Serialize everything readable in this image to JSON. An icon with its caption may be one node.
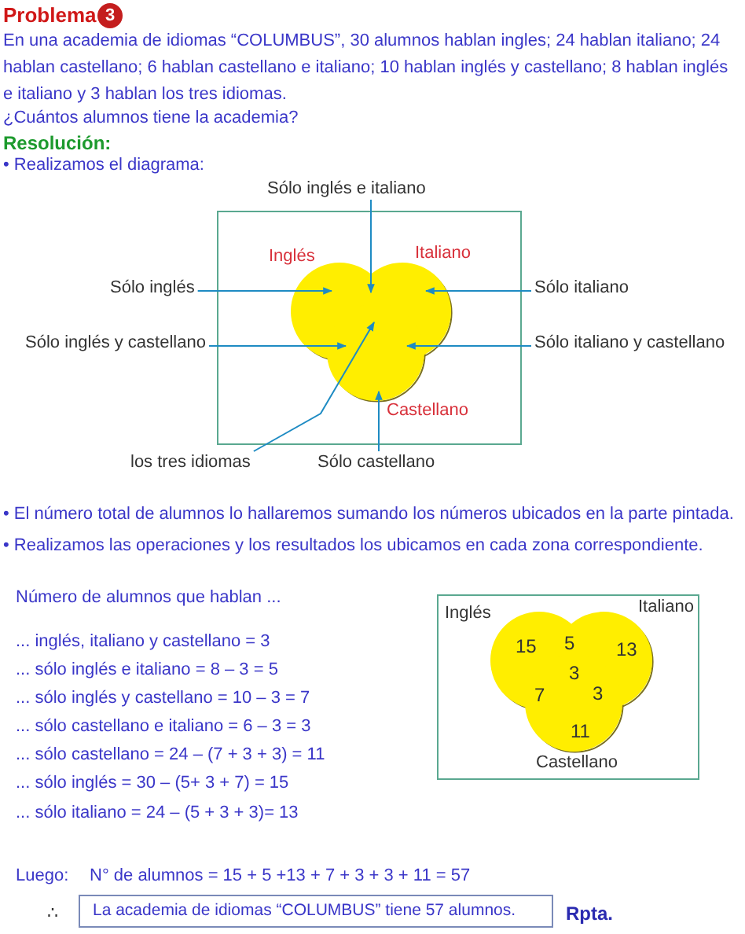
{
  "diagram": {
    "nodes": [
      {
        "text": [],
        "shape": "box"
      },
      {
        "text": [
          "Inglés"
        ],
        "in": 0
      },
      {
        "text": [
          "Italiano"
        ],
        "in": 0
      },
      {
        "text": [
          "Castellano"
        ],
        "in": 0
      },
      {
        "text": [
          "Sólo inglés e italiano"
        ]
      },
      {
        "text": [
          "Sólo inglés"
        ]
      },
      {
        "text": [
          "Sólo italiano"
        ]
      },
      {
        "text": [
          "Sólo inglés y castellano"
        ]
      },
      {
        "text": [
          "Sólo italiano y castellano"
        ]
      },
      {
        "text": [
          "los tres idiomas"
        ]
      },
      {
        "text": [
          "Sólo castellano"
        ]
      },
      {
        "text": [],
        "shape": "box"
      },
      {
        "text": [
          "Inglés"
        ],
        "in": 11
      },
      {
        "text": [
          "Italiano"
        ],
        "in": 11
      },
      {
        "text": [
          "Castellano"
        ],
        "in": 11
      },
      {
        "text": [
          "La academia de idiomas “COLUMBUS” tiene 57 alumnos."
        ]
      }
    ],
    "edges": [
      {
        "from": 4,
        "to": 1,
        "arrow": "to"
      },
      {
        "from": 5,
        "to": 1,
        "arrow": "to"
      },
      {
        "from": 6,
        "to": 2,
        "arrow": "to"
      },
      {
        "from": 7,
        "to": 1,
        "arrow": "to"
      },
      {
        "from": 8,
        "to": 2,
        "arrow": "to"
      },
      {
        "from": 9,
        "to": 1,
        "arrow": "to"
      },
      {
        "from": 10,
        "to": 3,
        "arrow": "to"
      }
    ],
    "labels": [
      "Problema",
      "3",
      "En una academia de idiomas “COLUMBUS”, 30 alumnos hablan ingles; 24 hablan italiano; 24 hablan castellano; 6 hablan castellano e italiano; 10 hablan inglés y castellano; 8 hablan inglés e italiano y 3 hablan los tres idiomas.",
      "¿Cuántos alumnos tiene la academia?",
      "Resolución:",
      "• Realizamos el diagrama:",
      "• El número total de alumnos lo hallaremos sumando los números ubicados en la parte pintada.",
      "• Realizamos las operaciones y los resultados los ubicamos en cada zona correspondiente.",
      "Número de alumnos que hablan ...",
      "... inglés, italiano y castellano = 3",
      "... sólo inglés e italiano = 8 – 3 = 5",
      "... sólo inglés y castellano = 10 – 3 = 7",
      "... sólo castellano e italiano = 6 – 3 = 3",
      "... sólo castellano = 24 – (7 + 3 + 3) = 11",
      "... sólo inglés = 30 – (5+ 3 + 7) = 15",
      "... sólo italiano = 24 – (5 + 3 + 3)= 13",
      "15",
      "5",
      "13",
      "3",
      "7",
      "3",
      "11",
      "Luego:",
      "N° de alumnos = 15 + 5 +13 + 7 + 3 + 3 + 11 = 57",
      "∴",
      "Rpta."
    ]
  }
}
